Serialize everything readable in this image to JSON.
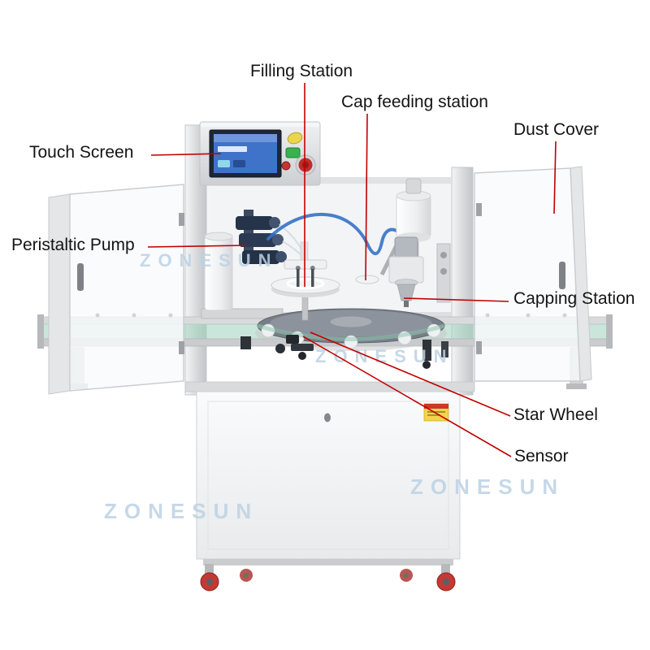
{
  "watermark": {
    "text": "ZONESUN"
  },
  "labels": {
    "filling_station": "Filling Station",
    "cap_feeding_station": "Cap feeding station",
    "dust_cover": "Dust Cover",
    "touch_screen": "Touch Screen",
    "peristaltic_pump": "Peristaltic Pump",
    "capping_station": "Capping Station",
    "star_wheel": "Star Wheel",
    "sensor": "Sensor"
  },
  "colors": {
    "annotation_line": "#c20000",
    "label_text": "#141414",
    "watermark_blue": "#bdd2e4",
    "screen_blue": "#3f72c9",
    "estop_red": "#c42a2a",
    "conveyor_green": "#9ed1bc"
  }
}
